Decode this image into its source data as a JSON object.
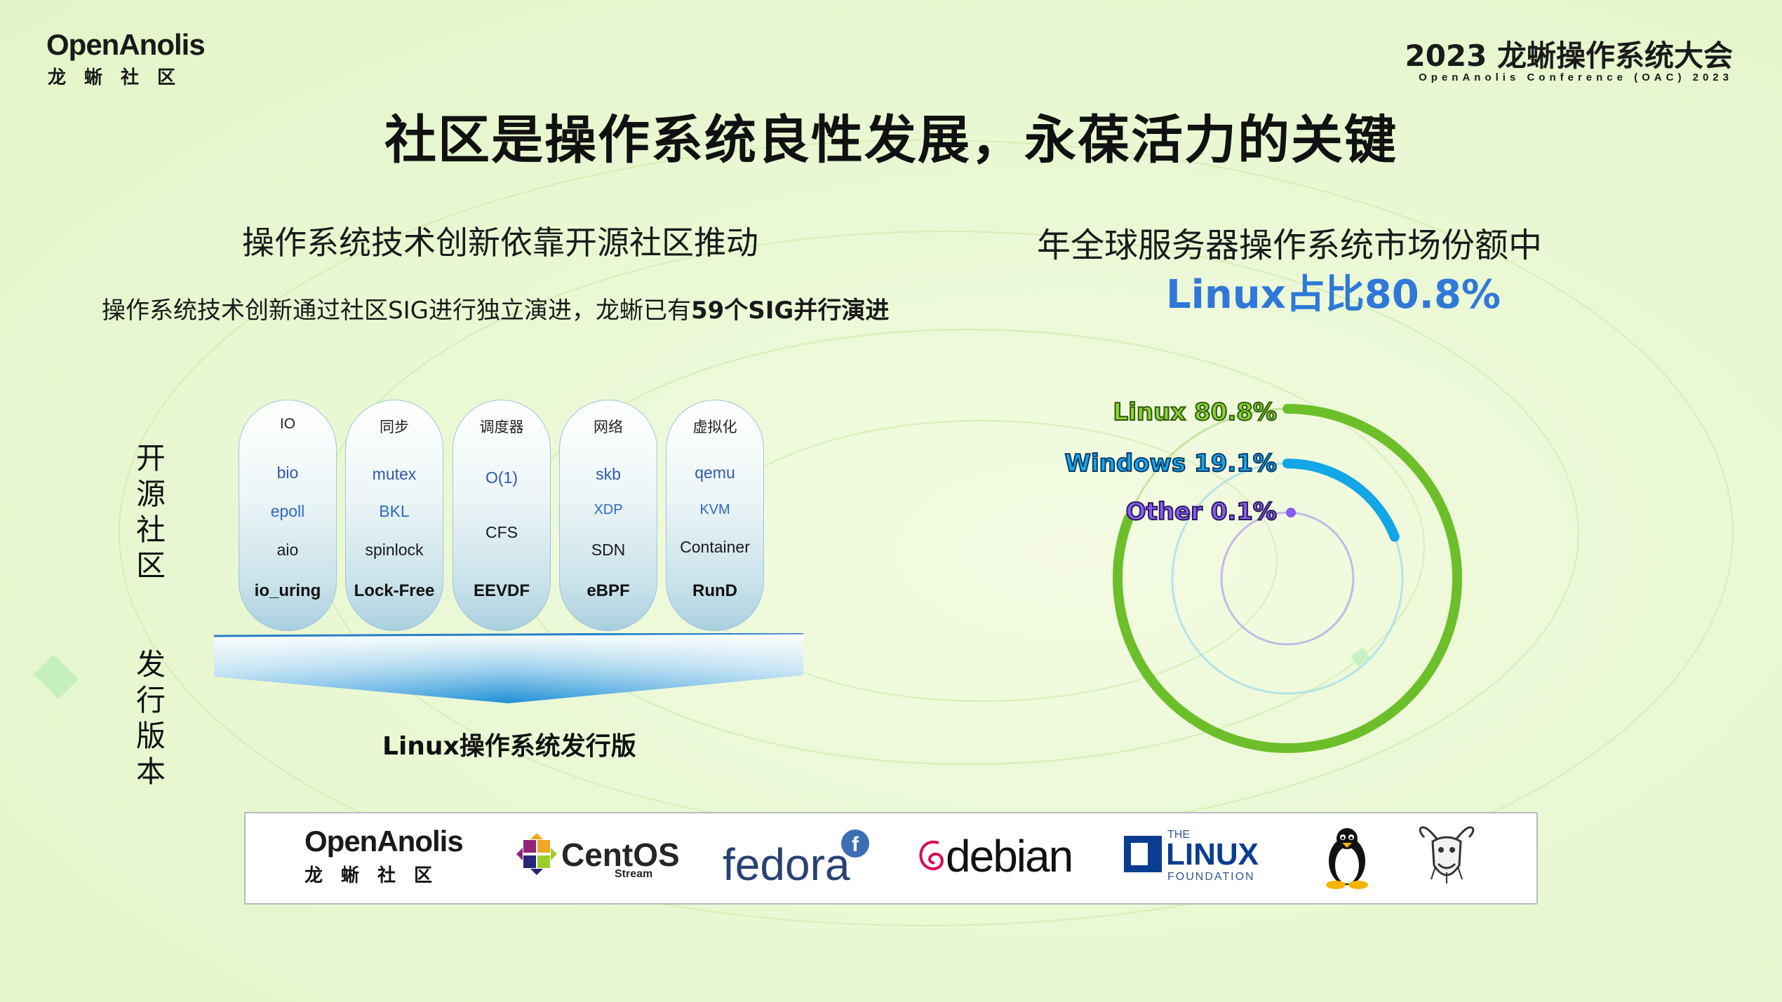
{
  "header": {
    "logo_text": "OpenAnolis",
    "logo_sub": "龙蜥社区",
    "conference_title": "2023 龙蜥操作系统大会",
    "conference_sub": "OpenAnolis Conference (OAC) 2023"
  },
  "main_title": "社区是操作系统良性发展，永葆活力的关键",
  "left": {
    "heading": "操作系统技术创新依靠开源社区推动",
    "desc_normal": "操作系统技术创新通过社区SIG进行独立演进，龙蜥已有",
    "desc_bold": "59个SIG并行演进",
    "vlabel_top": [
      "开",
      "源",
      "社",
      "区"
    ],
    "vlabel_bottom": [
      "发",
      "行",
      "版",
      "本"
    ],
    "pills": [
      {
        "header": "IO",
        "items": [
          "bio",
          "epoll",
          "aio"
        ],
        "bold": "io_uring"
      },
      {
        "header": "同步",
        "items": [
          "mutex",
          "BKL",
          "spinlock"
        ],
        "bold": "Lock-Free"
      },
      {
        "header": "调度器",
        "items": [
          "O(1)",
          "",
          "CFS"
        ],
        "bold": "EEVDF"
      },
      {
        "header": "网络",
        "items": [
          "skb",
          "XDP",
          "SDN"
        ],
        "bold": "eBPF"
      },
      {
        "header": "虚拟化",
        "items": [
          "qemu",
          "KVM",
          "Container"
        ],
        "bold": "RunD"
      }
    ],
    "distro_label": "Linux操作系统发行版"
  },
  "right": {
    "heading": "年全球服务器操作系统市场份额中",
    "emphasis": "Linux占比80.8%"
  },
  "chart_data": {
    "type": "radial-bar",
    "series": [
      {
        "name": "Linux",
        "label": "Linux 80.8%",
        "value": 80.8,
        "color": "#6cbf2a"
      },
      {
        "name": "Windows",
        "label": "Windows 19.1%",
        "value": 19.1,
        "color": "#13a6e6"
      },
      {
        "name": "Other",
        "label": "Other 0.1%",
        "value": 0.1,
        "color": "#8a5cf0"
      }
    ],
    "max": 100
  },
  "logos": {
    "openanolis": "OpenAnolis",
    "openanolis_sub": "龙蜥社区",
    "centos": "CentOS",
    "centos_sub": "Stream",
    "fedora": "fedora",
    "debian": "debian",
    "linux_the": "THE",
    "linux_main": "LINUX",
    "linux_foundation": "FOUNDATION"
  }
}
